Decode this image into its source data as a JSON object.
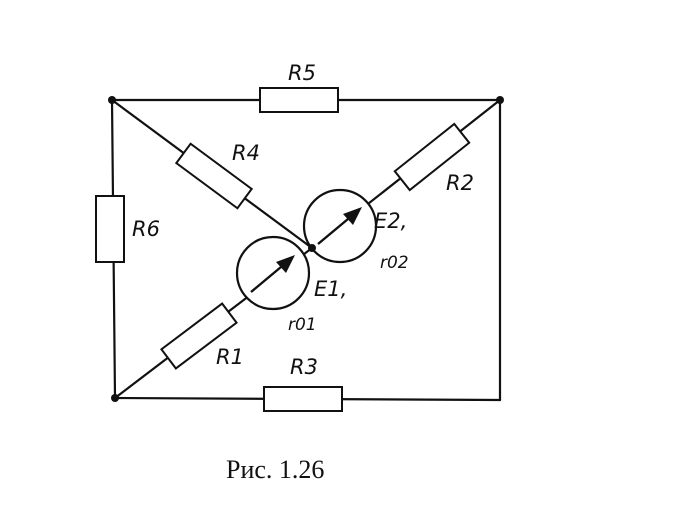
{
  "labels": {
    "r1": "R1",
    "r2": "R2",
    "r3": "R3",
    "r4": "R4",
    "r5": "R5",
    "r6": "R6",
    "e1": "E1,",
    "e2": "E2,",
    "r01": "r01",
    "r02": "r02"
  },
  "caption": "Рис. 1.26"
}
